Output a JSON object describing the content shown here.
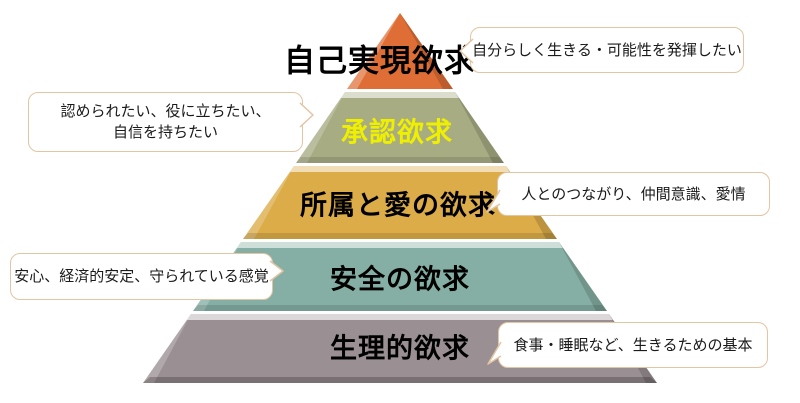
{
  "diagram": {
    "type": "pyramid",
    "subject": "hierarchy-of-needs",
    "background_color": "#FFFFFF",
    "levels": [
      {
        "rank": 1,
        "label": "自己実現欲求",
        "color": "#DE6E35",
        "text_color": "#000000",
        "callout_text": "自分らしく生きる・可能性を発揮したい",
        "callout_side": "right"
      },
      {
        "rank": 2,
        "label": "承認欲求",
        "color": "#A8AC83",
        "text_color": "#EFEF00",
        "callout_text": "認められたい、役に立ちたい、\n自信を持ちたい",
        "callout_side": "left"
      },
      {
        "rank": 3,
        "label": "所属と愛の欲求",
        "color": "#DCAC49",
        "text_color": "#000000",
        "callout_text": "人とのつながり、仲間意識、愛情",
        "callout_side": "right"
      },
      {
        "rank": 4,
        "label": "安全の欲求",
        "color": "#85AFA4",
        "text_color": "#000000",
        "callout_text": "安心、経済的安定、守られている感覚",
        "callout_side": "left"
      },
      {
        "rank": 5,
        "label": "生理的欲求",
        "color": "#9A9093",
        "text_color": "#000000",
        "callout_text": "食事・睡眠など、生きるための基本",
        "callout_side": "right"
      }
    ],
    "callout_style": {
      "fill": "#FFFFFF",
      "border_color": "#E2C5A3",
      "text_color": "#1A1A1A"
    }
  }
}
